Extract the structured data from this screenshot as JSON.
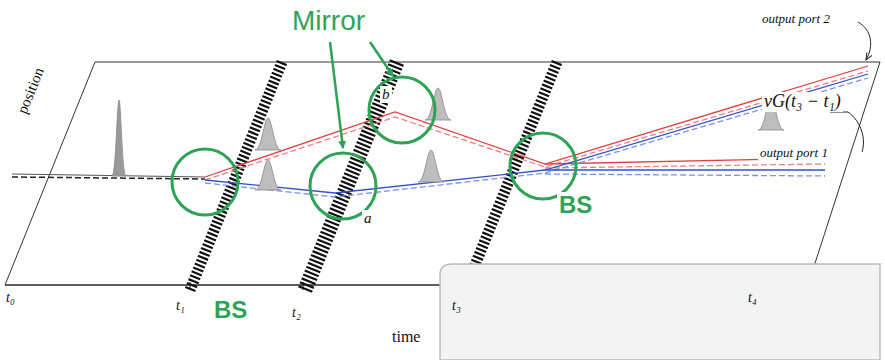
{
  "diagram": {
    "labels": [
      "Mirror",
      "BS",
      "BS",
      "position",
      "time",
      "t₀",
      "t₁",
      "t₂",
      "t₃",
      "t₄",
      "a",
      "b",
      "output port 2",
      "output port 1",
      "vG(t₃ − t₁)"
    ]
  }
}
